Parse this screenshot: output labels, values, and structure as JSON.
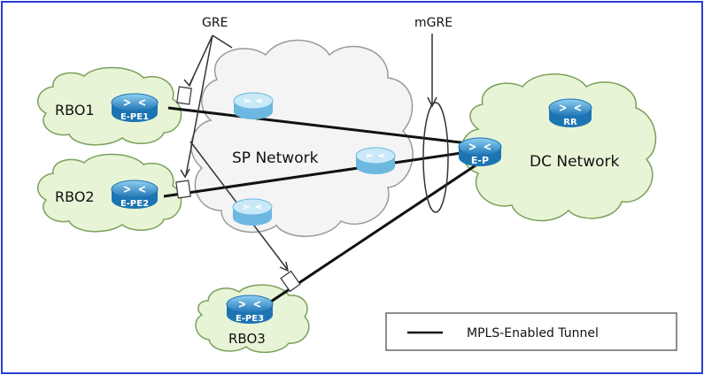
{
  "labels": {
    "gre": "GRE",
    "mgre": "mGRE",
    "sp_network": "SP Network",
    "dc_network": "DC Network"
  },
  "sites": [
    {
      "name": "RBO1",
      "router": "E-PE1"
    },
    {
      "name": "RBO2",
      "router": "E-PE2"
    },
    {
      "name": "RBO3",
      "router": "E-PE3"
    }
  ],
  "dc_routers": {
    "edge": "E-P",
    "reflector": "RR"
  },
  "legend": {
    "label": "MPLS-Enabled Tunnel"
  },
  "colors": {
    "frame": "#2b3bd6",
    "cloud_fill": "#e8f4d6",
    "cloud_stroke": "#7aa05a",
    "sp_cloud_fill": "#f3f3f3",
    "sp_cloud_stroke": "#9a9a9a",
    "router_fill": "#2f8fc9",
    "router_top": "#7ec6ec",
    "router_faded": "#8fcbe9",
    "tunnel": "#111111"
  }
}
